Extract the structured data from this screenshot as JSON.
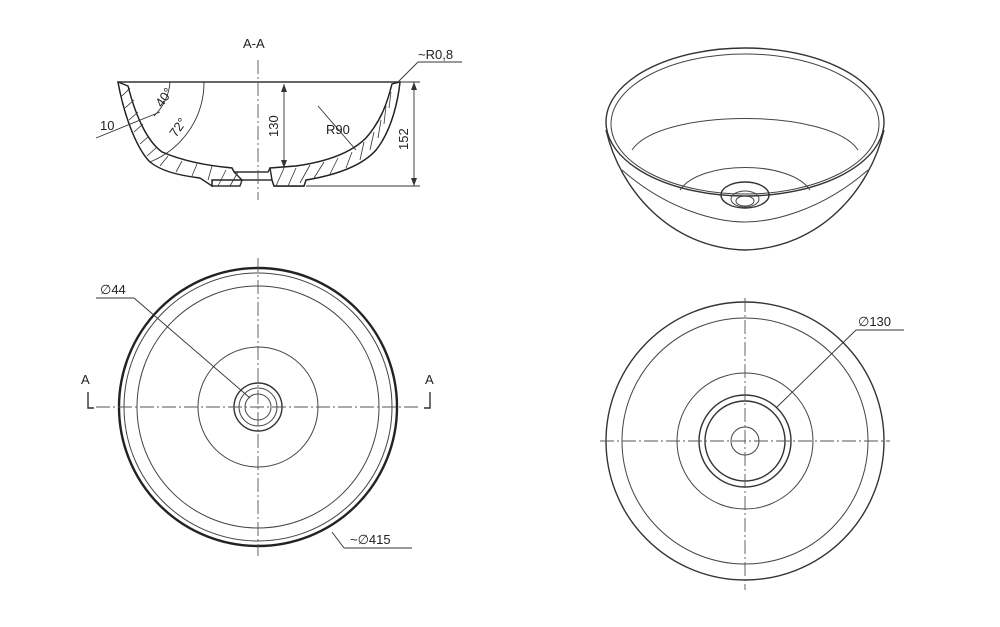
{
  "section_view": {
    "title": "A-A",
    "labels": {
      "angle_40": "40°",
      "angle_72": "72°",
      "rim_offset": "10",
      "inner_depth": "130",
      "radius_inner": "R90",
      "radius_rim": "~R0,8",
      "total_height": "152"
    }
  },
  "top_view_left": {
    "drain_diameter": "∅44",
    "outer_diameter": "~∅415",
    "section_mark_left": "A",
    "section_mark_right": "A"
  },
  "bottom_view_right": {
    "base_diameter": "∅130"
  },
  "colors": {
    "line": "#222222",
    "background": "#ffffff"
  }
}
